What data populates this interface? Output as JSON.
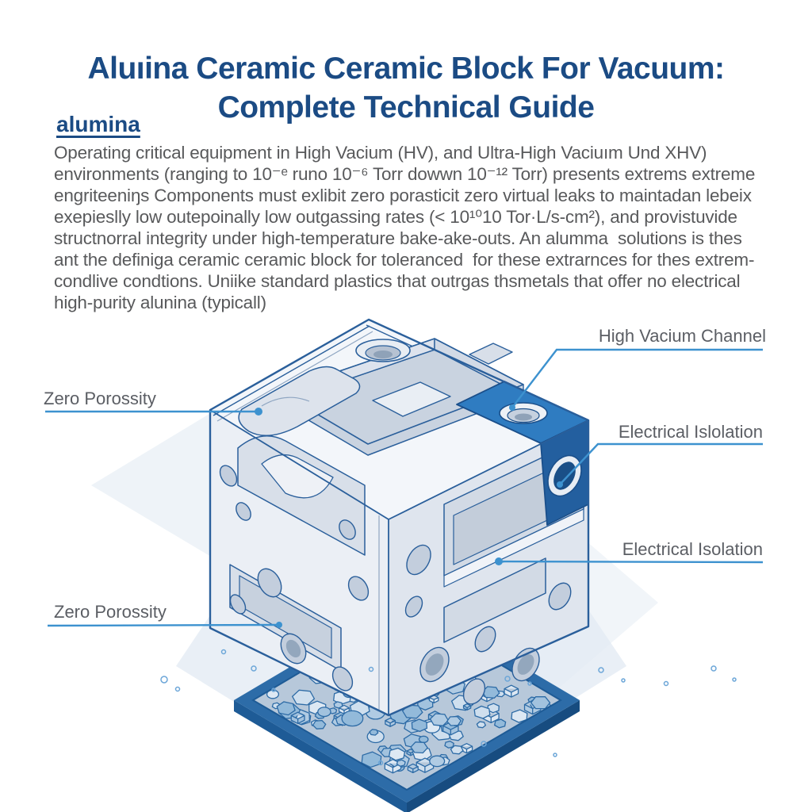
{
  "title": {
    "line1": "Aluıina Ceramic Ceramic Block For Vacuum:",
    "line2": "Complete Technical Guide"
  },
  "link_label": "alumina",
  "intro": {
    "lines": [
      "Operating critical equipment in High Vacium (HV), and Ultra-High Vaciuım Und XHV)",
      "environments (ranging to 10⁻ᵉ runo 10⁻⁶ Torr dowwn 10⁻¹² Torr) presents extrems extreme",
      "engriteeniŋs Components must exlibit zero porasticit zero virtual leaks to maintadan lebeix",
      "exepieslly low outepoinally low outgassing rates (< 10¹⁰10 Tor·L/s-cm²), and provistuvide",
      "structnorral integrity under high-temperature bake-ake-outs. An alumma  solutions is thes",
      "ant the definiga ceramic ceramic block for toleranced  for these extrarnces for thes extrem-",
      "condlive condtions. Uniike standard plastics that outrgas thsmetals that offer no electrical",
      "high-purity alunina (typicall)"
    ]
  },
  "diagram": {
    "callouts": [
      {
        "id": "high-vacuum-channel",
        "label": "High Vacium Channel"
      },
      {
        "id": "zero-porosity-top",
        "label": "Zero Porossity"
      },
      {
        "id": "electrical-isolation-top",
        "label": "Electrical Islolation"
      },
      {
        "id": "electrical-isolation-bottom",
        "label": "Electrical Isolation"
      },
      {
        "id": "zero-porosity-bottom",
        "label": "Zero Porossity"
      }
    ]
  },
  "colors": {
    "title-navy": "#1b4b84",
    "body-gray": "#58595b",
    "label-gray": "#5b5e64",
    "leader-blue": "#3d92cf",
    "block-line": "#2a5f9b",
    "accent-blue": "#2f7cc1",
    "tray-border": "#2d6ca8"
  }
}
